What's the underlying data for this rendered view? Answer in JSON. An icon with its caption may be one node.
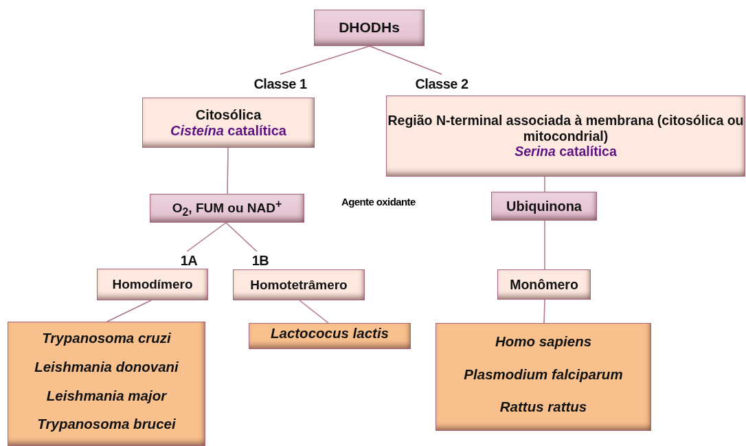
{
  "diagram": {
    "nodes": [
      {
        "text": [
          "DHODHs"
        ]
      },
      {
        "text": [
          "Classe 1"
        ]
      },
      {
        "text": [
          "Classe 2"
        ]
      },
      {
        "text": [
          "Citosólica",
          "*Cisteína* catalítica"
        ]
      },
      {
        "text": [
          "Região N-terminal associada à membrana (citosólica ou mitocondrial)",
          "*Serina* catalítica"
        ]
      },
      {
        "text": [
          "O$_{2}$, FUM ou NAD$^{+}$"
        ]
      },
      {
        "text": [
          "Ubiquinona"
        ]
      },
      {
        "text": [
          "1A"
        ]
      },
      {
        "text": [
          "1B"
        ]
      },
      {
        "text": [
          "Homodímero"
        ]
      },
      {
        "text": [
          "Homotetrâmero"
        ]
      },
      {
        "text": [
          "Monômero"
        ]
      },
      {
        "text": [
          "Trypanosoma cruzi",
          "Leishmania donovani",
          "Leishmania major",
          "Trypanosoma brucei"
        ]
      },
      {
        "text": [
          "Lactococus lactis"
        ]
      },
      {
        "text": [
          "Homo sapiens",
          "Plasmodium falciparum",
          "Rattus rattus"
        ]
      }
    ],
    "edges": [
      {
        "from": 0,
        "to": 1,
        "arrow": "none"
      },
      {
        "from": 0,
        "to": 2,
        "arrow": "none"
      },
      {
        "from": 3,
        "to": 5,
        "arrow": "none"
      },
      {
        "from": 4,
        "to": 6,
        "arrow": "none"
      },
      {
        "from": 5,
        "to": 7,
        "arrow": "none"
      },
      {
        "from": 5,
        "to": 8,
        "arrow": "none"
      },
      {
        "from": 6,
        "to": 11,
        "arrow": "none"
      },
      {
        "from": 9,
        "to": 12,
        "arrow": "none"
      },
      {
        "from": 10,
        "to": 13,
        "arrow": "none"
      },
      {
        "from": 11,
        "to": 14,
        "arrow": "none"
      }
    ],
    "labels": [
      "Agente oxidante"
    ]
  }
}
